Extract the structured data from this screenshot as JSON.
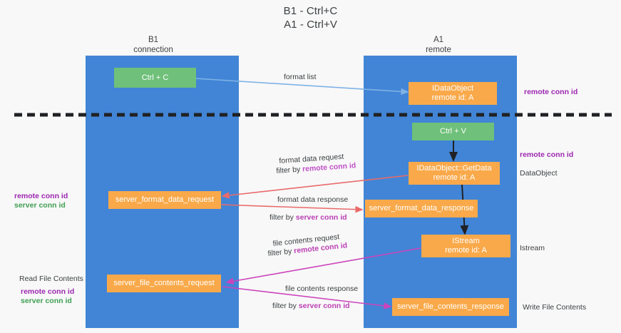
{
  "title": {
    "line1": "B1 - Ctrl+C",
    "line2": "A1 - Ctrl+V"
  },
  "columns": [
    {
      "name": "B1",
      "role": "connection"
    },
    {
      "name": "A1",
      "role": "remote"
    }
  ],
  "nodes": {
    "ctrl_c": {
      "label": "Ctrl + C"
    },
    "idataobject": {
      "line1": "IDataObject",
      "line2": "remote id: A"
    },
    "ctrl_v": {
      "label": "Ctrl + V"
    },
    "getdata": {
      "line1": "IDataObject::GetData",
      "line2": "remote id: A"
    },
    "server_format_data_request": {
      "label": "server_format_data_request"
    },
    "server_format_data_response": {
      "label": "server_format_data_response"
    },
    "istream": {
      "line1": "IStream",
      "line2": "remote id: A"
    },
    "server_file_contents_request": {
      "label": "server_file_contents_request"
    },
    "server_file_contents_response": {
      "label": "server_file_contents_response"
    }
  },
  "edge_labels": {
    "format_list": "format list",
    "format_data_request": "format data request",
    "format_data_request_filter_prefix": "filter by ",
    "format_data_request_filter_key": "remote conn id",
    "format_data_response": "format data response",
    "format_data_response_filter_prefix": "filter by ",
    "format_data_response_filter_key": "server conn id",
    "file_contents_request": "file contents request",
    "file_contents_request_filter_prefix": "filter by ",
    "file_contents_request_filter_key": "remote conn id",
    "file_contents_response": "file contents response",
    "file_contents_response_filter_prefix": "filter by ",
    "file_contents_response_filter_key": "server conn id"
  },
  "annotations": {
    "right_remote_conn_id_top": "remote conn id",
    "right_remote_conn_id_mid": "remote conn id",
    "right_dataobject": "DataObject",
    "right_istream": "Istream",
    "right_write_file_contents": "Write File Contents",
    "left_remote_conn_id_mid": "remote conn id",
    "left_server_conn_id_mid": "server conn id",
    "left_read_file_contents": "Read File Contents",
    "left_remote_conn_id_bottom": "remote conn id",
    "left_server_conn_id_bottom": "server conn id"
  },
  "colors": {
    "lane": "#4285d6",
    "green_node": "#6fc07a",
    "orange_node": "#f9a94a",
    "purple_text": "#9c27b0",
    "green_text": "#3f9e52",
    "blue_arrow": "#7fb2e5",
    "red_arrow": "#ea6a6a",
    "magenta_arrow": "#cc44bb",
    "black_arrow": "#202124",
    "divider": "#202124",
    "background": "#f8f8f8"
  }
}
